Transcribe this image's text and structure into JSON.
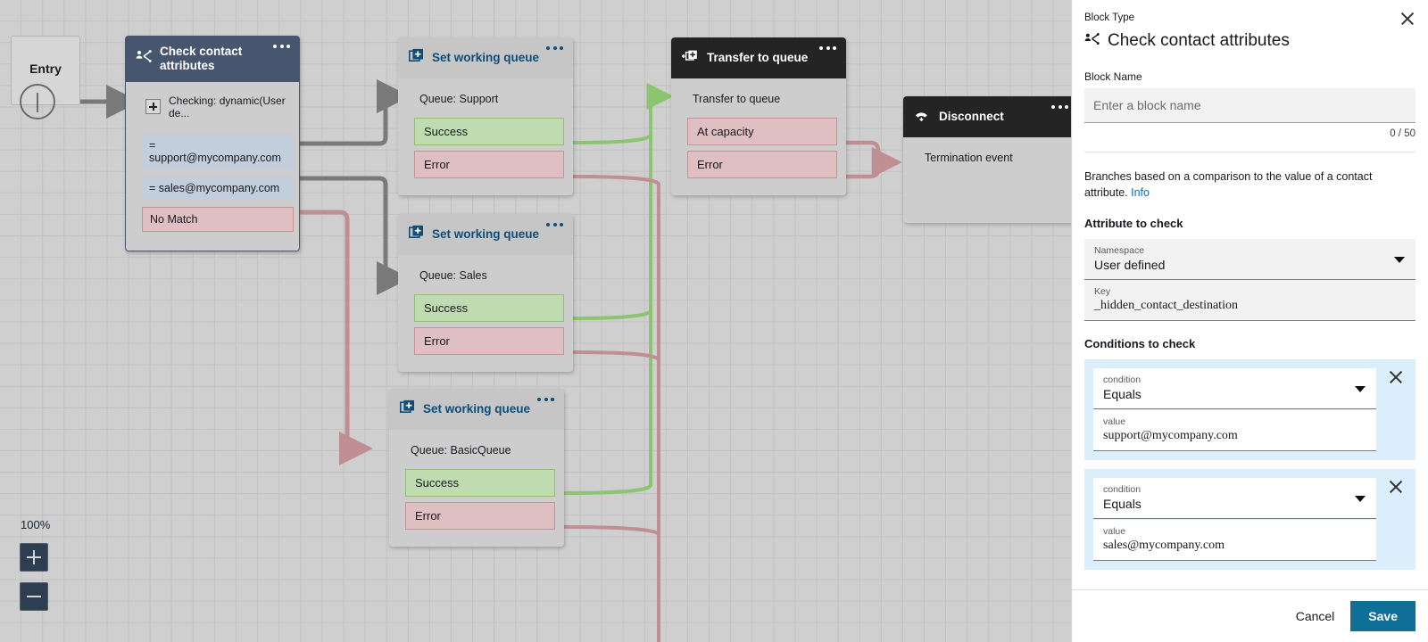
{
  "canvas": {
    "zoom_level": "100%",
    "zoom_in_icon": "plus-icon",
    "zoom_out_icon": "minus-icon",
    "entry": {
      "label": "Entry"
    },
    "blocks": [
      {
        "id": "check",
        "icon": "check-contact-attributes-icon",
        "title": "Check contact attributes",
        "menu_icon": "more-options-icon",
        "subtitle": "Checking: dynamic(User de...",
        "add_icon": "plus-box-icon",
        "branches": [
          {
            "label": "= support@mycompany.com",
            "kind": "blue"
          },
          {
            "label": "= sales@mycompany.com",
            "kind": "blue"
          },
          {
            "label": "No Match",
            "kind": "red"
          }
        ]
      },
      {
        "id": "swq1",
        "icon": "set-working-queue-icon",
        "title": "Set working queue",
        "menu_icon": "more-options-icon",
        "subtitle": "Queue: Support",
        "branches": [
          {
            "label": "Success",
            "kind": "green"
          },
          {
            "label": "Error",
            "kind": "red"
          }
        ]
      },
      {
        "id": "swq2",
        "icon": "set-working-queue-icon",
        "title": "Set working queue",
        "menu_icon": "more-options-icon",
        "subtitle": "Queue: Sales",
        "branches": [
          {
            "label": "Success",
            "kind": "green"
          },
          {
            "label": "Error",
            "kind": "red"
          }
        ]
      },
      {
        "id": "swq3",
        "icon": "set-working-queue-icon",
        "title": "Set working queue",
        "menu_icon": "more-options-icon",
        "subtitle": "Queue: BasicQueue",
        "branches": [
          {
            "label": "Success",
            "kind": "green"
          },
          {
            "label": "Error",
            "kind": "red"
          }
        ]
      },
      {
        "id": "transfer",
        "icon": "transfer-to-queue-icon",
        "title": "Transfer to queue",
        "menu_icon": "more-options-icon",
        "subtitle": "Transfer to queue",
        "branches": [
          {
            "label": "At capacity",
            "kind": "red"
          },
          {
            "label": "Error",
            "kind": "red"
          }
        ]
      },
      {
        "id": "disconnect",
        "icon": "disconnect-icon",
        "title": "Disconnect",
        "menu_icon": "more-options-icon",
        "subtitle": "Termination event",
        "branches": []
      }
    ]
  },
  "panel": {
    "block_type_label": "Block Type",
    "block_type_icon": "check-contact-attributes-icon",
    "block_type_value": "Check contact attributes",
    "close_icon": "close-icon",
    "block_name_label": "Block Name",
    "block_name_value": "",
    "block_name_placeholder": "Enter a block name",
    "char_counter": "0 / 50",
    "description": "Branches based on a comparison to the value of a contact attribute.",
    "info_link": "Info",
    "attribute_section_title": "Attribute to check",
    "namespace_label": "Namespace",
    "namespace_value": "User defined",
    "namespace_caret_icon": "chevron-down-icon",
    "key_label": "Key",
    "key_value": "_hidden_contact_destination",
    "conditions_section_title": "Conditions to check",
    "conditions": [
      {
        "condition_label": "condition",
        "condition_value": "Equals",
        "value_label": "value",
        "value_value": "support@mycompany.com",
        "remove_icon": "close-icon"
      },
      {
        "condition_label": "condition",
        "condition_value": "Equals",
        "value_label": "value",
        "value_value": "sales@mycompany.com",
        "remove_icon": "close-icon"
      }
    ],
    "cancel_label": "Cancel",
    "save_label": "Save"
  },
  "colors": {
    "accent": "#0f6f96",
    "link": "#0a6cc4",
    "check_header": "#47566e",
    "dark_header": "#242424",
    "success": "#bedcb0",
    "error": "#dfbfc1",
    "branch_blue": "#c2cedb",
    "condition_card": "#dbeefb"
  }
}
